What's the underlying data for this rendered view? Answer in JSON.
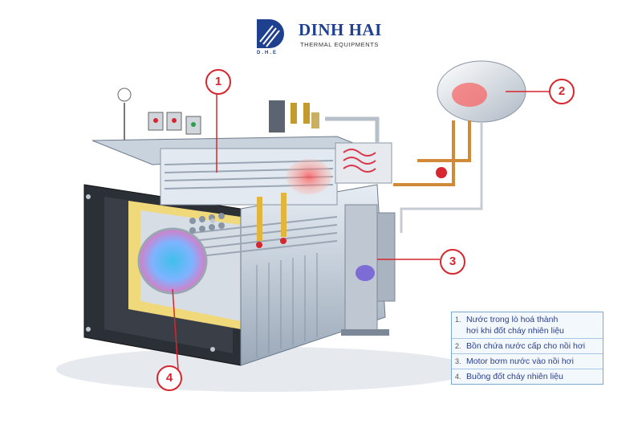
{
  "brand": {
    "name": "DINH HAI",
    "tagline": "THERMAL EQUIPMENTS",
    "logo_text": "D.H.E",
    "color": "#1f3f8f"
  },
  "callouts": [
    {
      "number": "1"
    },
    {
      "number": "2"
    },
    {
      "number": "3"
    },
    {
      "number": "4"
    }
  ],
  "legend": [
    {
      "number": "1.",
      "text": [
        "Nước trong lò hoá thành",
        "hơi khi đốt cháy nhiên liệu"
      ]
    },
    {
      "number": "2.",
      "text": [
        "Bồn chứa nước cấp cho nồi hơi"
      ]
    },
    {
      "number": "3.",
      "text": [
        "Motor bơm nước vào nồi hơi"
      ]
    },
    {
      "number": "4.",
      "text": [
        "Buồng đốt cháy nhiên liệu"
      ]
    }
  ],
  "colors": {
    "callout": "#d7262e",
    "legend_text": "#2b3f8a",
    "legend_border": "#7aa8d2"
  }
}
